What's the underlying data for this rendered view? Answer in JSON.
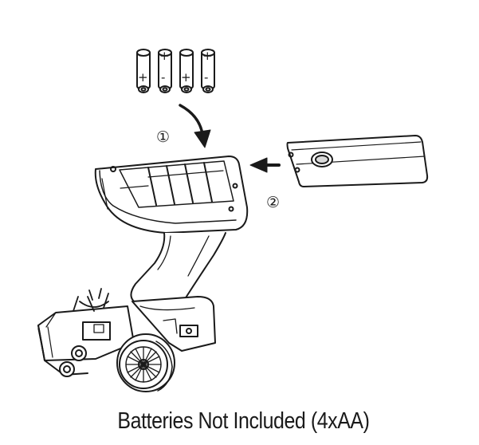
{
  "diagram": {
    "steps": [
      {
        "number": "①"
      },
      {
        "number": "②"
      }
    ],
    "batteries": [
      {
        "top": "-",
        "bottom": "+"
      },
      {
        "top": "+",
        "bottom": "-"
      },
      {
        "top": "-",
        "bottom": "+"
      },
      {
        "top": "+",
        "bottom": "-"
      }
    ],
    "caption": "Batteries Not Included (4xAA)"
  },
  "colors": {
    "line": "#1a1a1a",
    "fill": "#ffffff",
    "shade": "#d9d9d9"
  }
}
